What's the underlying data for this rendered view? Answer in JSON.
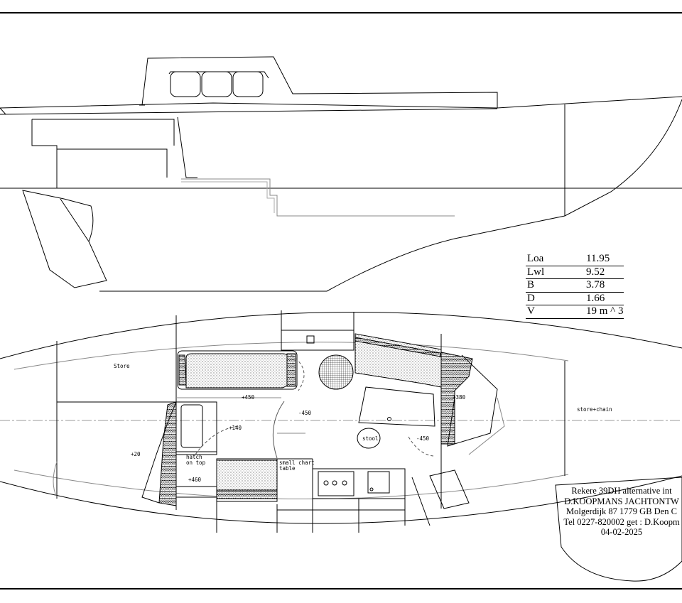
{
  "specifications": [
    {
      "label": "Loa",
      "value": "11.95"
    },
    {
      "label": "Lwl",
      "value": "9.52"
    },
    {
      "label": "B",
      "value": "3.78"
    },
    {
      "label": "D",
      "value": "1.66"
    },
    {
      "label": "V",
      "value": "19 m ^ 3"
    }
  ],
  "title_block": {
    "line1": "Rekere 39DH  alternative int",
    "line2": "D.KOOPMANS  JACHTONTW",
    "line3": "Molgerdijk 87 1779 GB Den C",
    "line4": "Tel 0227-820002 get : D.Koopm",
    "line5": "04-02-2025"
  },
  "plan_labels": {
    "store": "Store",
    "store_chain": "store+chain",
    "plus450": "+450",
    "minus450_a": "-450",
    "minus450_b": "-450",
    "plus140": "+140",
    "plus20": "+20",
    "hatch1": "hatch",
    "hatch2": "on top",
    "plus460": "+460",
    "chart1": "small chart",
    "chart2": "table",
    "stool": "stool",
    "plus380": "+380"
  }
}
